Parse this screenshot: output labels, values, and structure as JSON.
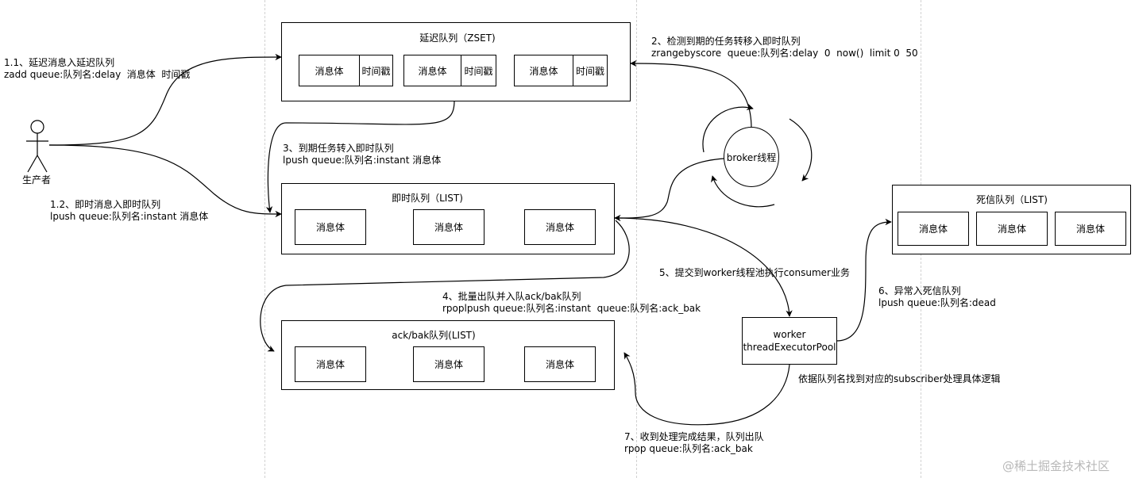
{
  "producer": {
    "label": "生产者"
  },
  "delay_queue": {
    "title": "延迟队列（ZSET)",
    "items": [
      {
        "body": "消息体",
        "timestamp": "时间戳"
      },
      {
        "body": "消息体",
        "timestamp": "时间戳"
      },
      {
        "body": "消息体",
        "timestamp": "时间戳"
      }
    ]
  },
  "instant_queue": {
    "title": "即时队列（LIST)",
    "items": [
      "消息体",
      "消息体",
      "消息体"
    ]
  },
  "ack_queue": {
    "title": "ack/bak队列(LIST)",
    "items": [
      "消息体",
      "消息体",
      "消息体"
    ]
  },
  "dead_queue": {
    "title": "死信队列（LIST)",
    "items": [
      "消息体",
      "消息体",
      "消息体"
    ]
  },
  "broker": {
    "label": "broker线程"
  },
  "worker": {
    "line1": "worker",
    "line2": "threadExecutorPool"
  },
  "annotations": {
    "a1_1": "1.1、延迟消息入延迟队列\nzadd queue:队列名:delay  消息体  时间戳",
    "a1_2": "1.2、即时消息入即时队列\nlpush queue:队列名:instant 消息体",
    "a2": "2、检测到期的任务转移入即时队列\nzrangebyscore  queue:队列名:delay  0  now()  limit 0  50",
    "a3": "3、到期任务转入即时队列\nlpush queue:队列名:instant 消息体",
    "a4": "4、批量出队并入队ack/bak队列\nrpoplpush queue:队列名:instant  queue:队列名:ack_bak",
    "a5": "5、提交到worker线程池执行consumer业务",
    "a6": "6、异常入死信队列\nlpush queue:队列名:dead",
    "a_subscriber": "依据队列名找到对应的subscriber处理具体逻辑",
    "a7": "7、收到处理完成结果，队列出队\nrpop queue:队列名:ack_bak"
  },
  "watermark": "@稀土掘金技术社区"
}
